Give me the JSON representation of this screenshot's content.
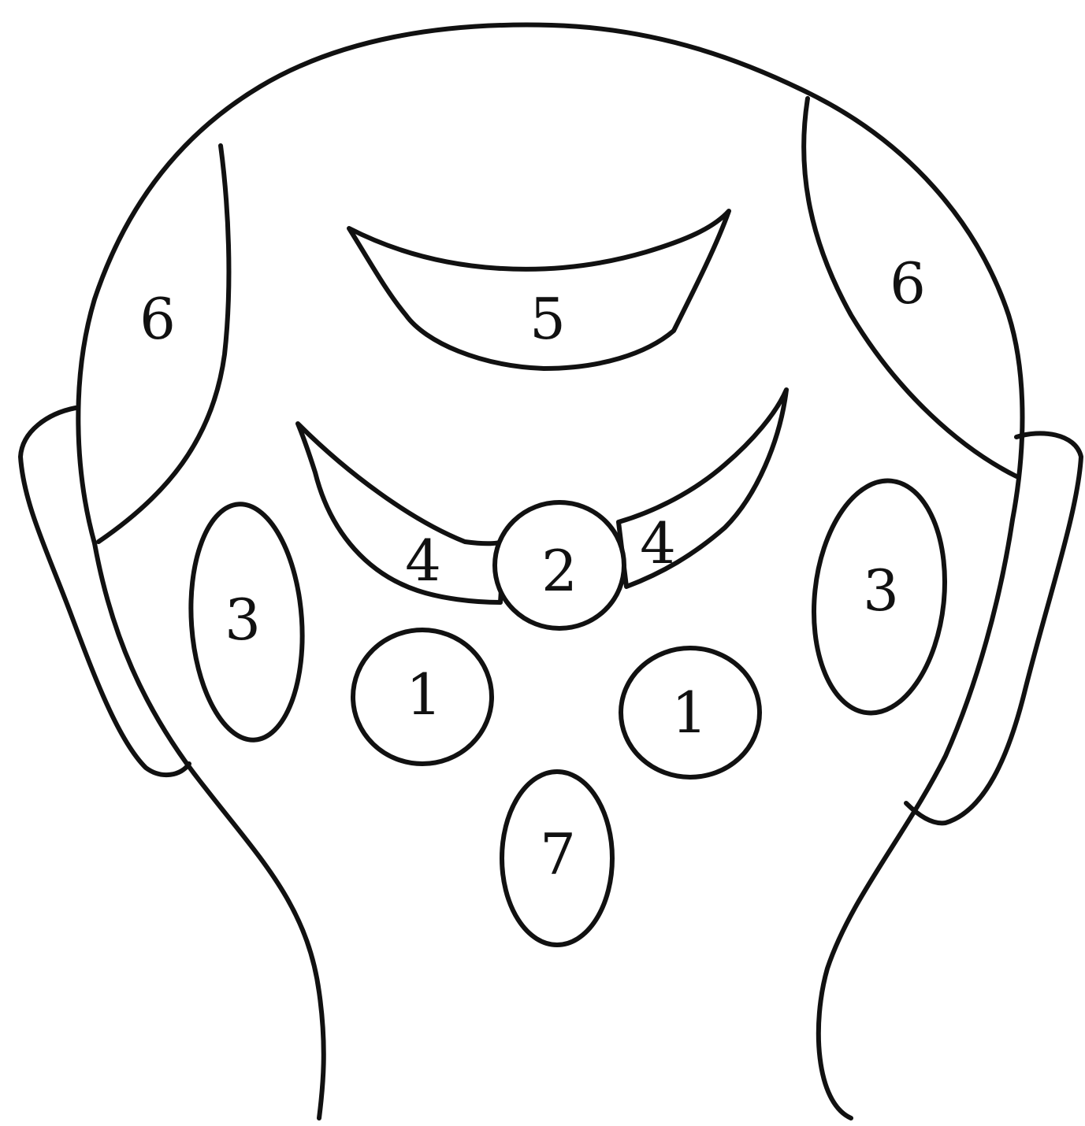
{
  "diagram": {
    "regions": [
      {
        "id": "forehead",
        "label": "5"
      },
      {
        "id": "temple-left",
        "label": "6"
      },
      {
        "id": "temple-right",
        "label": "6"
      },
      {
        "id": "brow-left",
        "label": "4"
      },
      {
        "id": "brow-right",
        "label": "4"
      },
      {
        "id": "glabella",
        "label": "2"
      },
      {
        "id": "cheek-left",
        "label": "3"
      },
      {
        "id": "cheek-right",
        "label": "3"
      },
      {
        "id": "eye-left",
        "label": "1"
      },
      {
        "id": "eye-right",
        "label": "1"
      },
      {
        "id": "nose",
        "label": "7"
      }
    ]
  }
}
